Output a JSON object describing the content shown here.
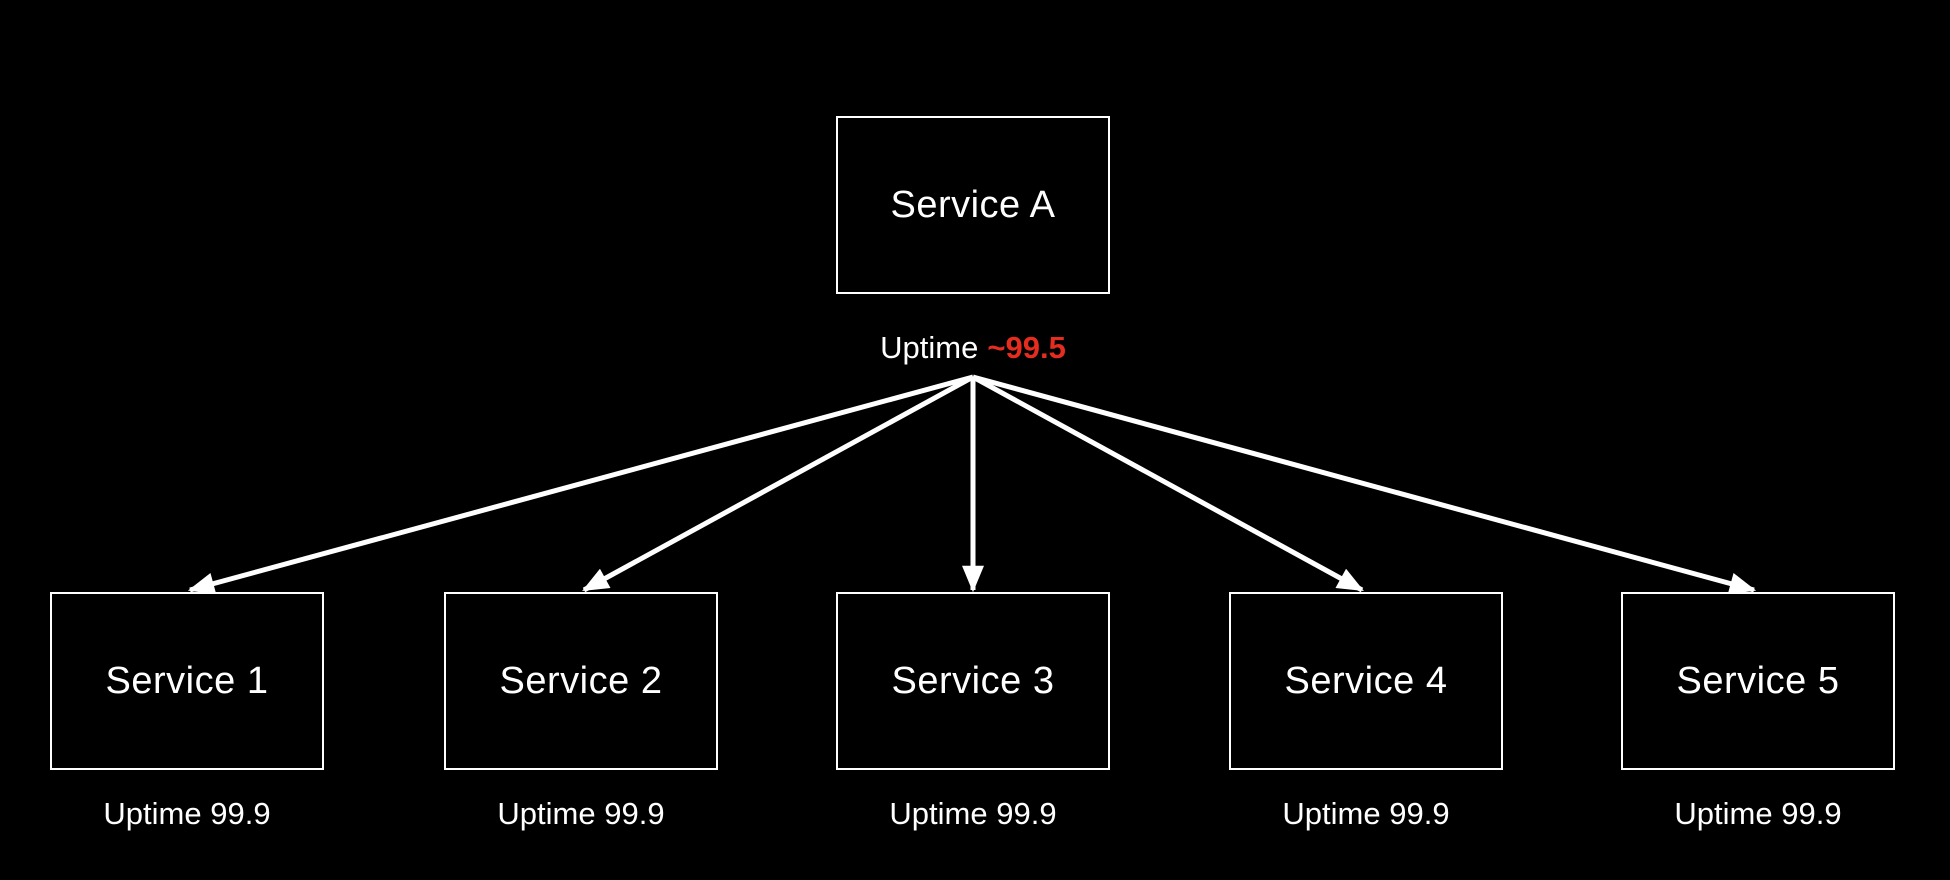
{
  "diagram": {
    "root": {
      "label": "Service A",
      "uptime_prefix": "Uptime",
      "uptime_value": "~99.5"
    },
    "children": [
      {
        "label": "Service 1",
        "uptime": "Uptime 99.9"
      },
      {
        "label": "Service 2",
        "uptime": "Uptime 99.9"
      },
      {
        "label": "Service 3",
        "uptime": "Uptime 99.9"
      },
      {
        "label": "Service 4",
        "uptime": "Uptime 99.9"
      },
      {
        "label": "Service 5",
        "uptime": "Uptime 99.9"
      }
    ],
    "colors": {
      "background": "#000000",
      "stroke": "#ffffff",
      "text": "#ffffff",
      "highlight": "#e42d1f"
    }
  }
}
